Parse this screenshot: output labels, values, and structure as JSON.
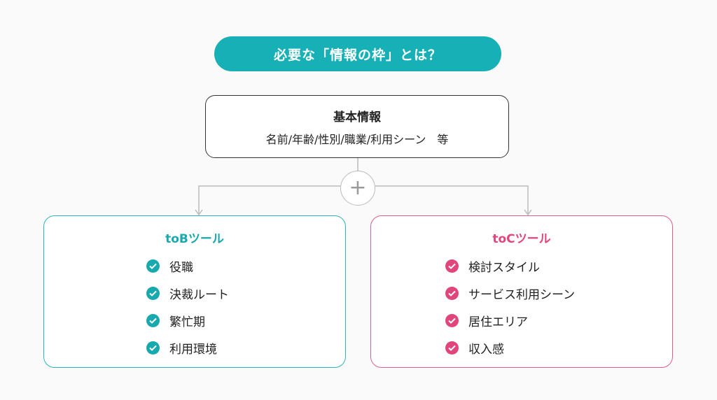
{
  "title": "必要な「情報の枠」とは？",
  "basic_info": {
    "heading": "基本情報",
    "items": "名前/年齢/性別/職業/利用シーン　等"
  },
  "plus_symbol": "+",
  "tob": {
    "heading": "toBツール",
    "items": [
      "役職",
      "決裁ルート",
      "繁忙期",
      "利用環境"
    ]
  },
  "toc": {
    "heading": "toCツール",
    "items": [
      "検討スタイル",
      "サービス利用シーン",
      "居住エリア",
      "収入感"
    ]
  },
  "colors": {
    "teal": "#17b0b6",
    "pink": "#e0457c",
    "connector": "#bbbbbb"
  }
}
